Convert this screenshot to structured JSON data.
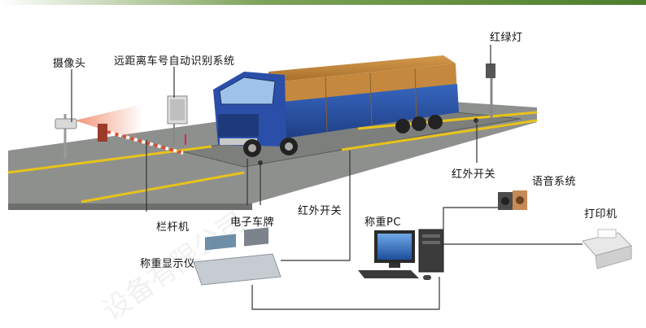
{
  "labels": {
    "camera": "摄像头",
    "plate_recognition": "远距离车号自动识别系统",
    "traffic_light": "红绿灯",
    "infrared_switch_right": "红外开关",
    "voice_system": "语音系统",
    "printer": "打印机",
    "barrier": "栏杆机",
    "electronic_plate": "电子车牌",
    "infrared_switch_mid": "红外开关",
    "weighing_pc": "称重PC",
    "weighing_display": "称重显示仪"
  },
  "watermark": "设备有限公司",
  "colors": {
    "road": "#8c8e8c",
    "lane_line": "#e8c31a",
    "cab_blue": "#2b4fa8",
    "trailer_top": "#c98a3c",
    "top_bar": "#5c8f3a",
    "connector": "#333333",
    "barrier_red": "#d8432a"
  }
}
